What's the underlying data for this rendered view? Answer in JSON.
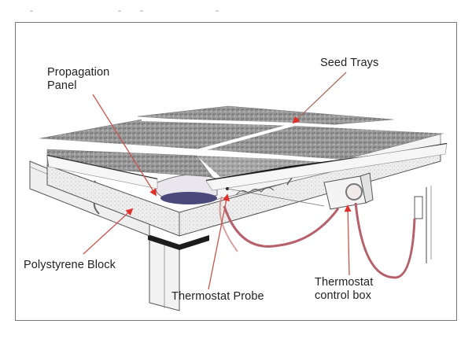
{
  "diagram": {
    "subject": "Heated propagation bench cross-section",
    "colors": {
      "frame_border": "#7a7a7a",
      "pointer_arrow": "#e0302a",
      "pointer_line": "#c9554f",
      "cable": "#b5606a",
      "soil": "#8c8c8c",
      "propagation_panel": "#4a4a7a",
      "polystyrene": "#e6e6e6",
      "outline": "#1a1a1a"
    },
    "labels": [
      {
        "id": "propagation-panel",
        "lines": [
          "Propagation",
          "Panel"
        ]
      },
      {
        "id": "seed-trays",
        "lines": [
          "Seed Trays"
        ]
      },
      {
        "id": "polystyrene-block",
        "lines": [
          "Polystyrene Block"
        ]
      },
      {
        "id": "thermostat-probe",
        "lines": [
          "Thermostat Probe"
        ]
      },
      {
        "id": "thermostat-control-box",
        "lines": [
          "Thermostat",
          "control box"
        ]
      }
    ]
  }
}
